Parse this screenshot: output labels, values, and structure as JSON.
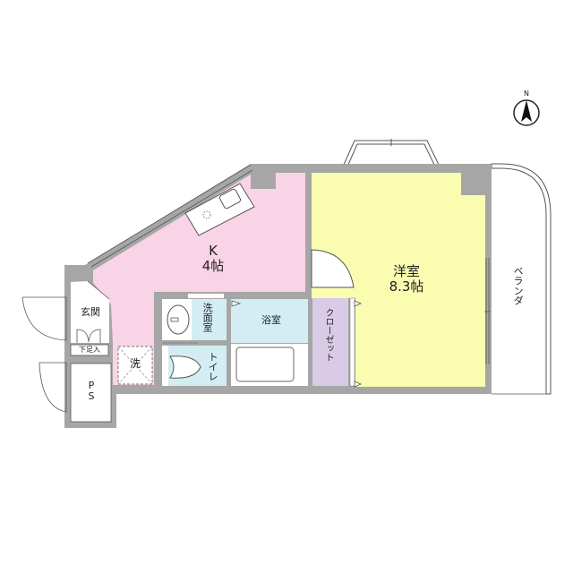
{
  "colors": {
    "wall": "#a6a6a6",
    "kitchen": "#f9d3e6",
    "western_room": "#fafcb0",
    "wet_area": "#d3edf3",
    "closet": "#d9cbe6",
    "outline": "#555555",
    "white": "#ffffff"
  },
  "compass": {
    "label": "N"
  },
  "rooms": {
    "kitchen": {
      "name": "K",
      "size": "4帖"
    },
    "western": {
      "name": "洋室",
      "size": "8.3帖"
    },
    "entrance": {
      "name": "玄関"
    },
    "shoe_box": {
      "name": "下足入"
    },
    "ps": {
      "name": "P\nS",
      "line1": "P",
      "line2": "S"
    },
    "washer": {
      "name": "洗"
    },
    "washroom": {
      "name": "洗面室"
    },
    "bathroom": {
      "name": "浴室"
    },
    "toilet": {
      "name": "トイレ"
    },
    "closet": {
      "name": "クローゼット"
    },
    "balcony": {
      "name": "ベランダ"
    }
  }
}
